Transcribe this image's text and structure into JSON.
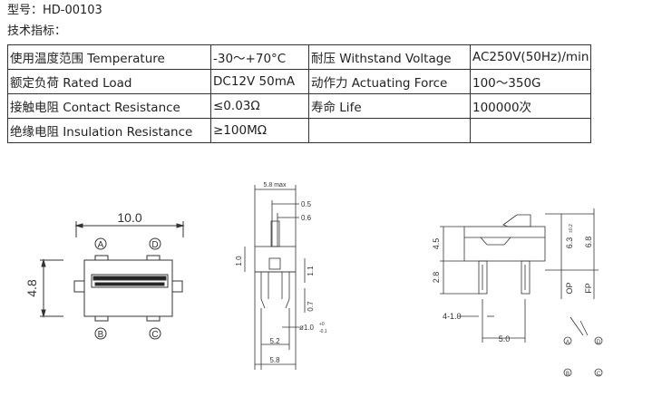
{
  "header": {
    "model": "型号：HD-00103",
    "specs_label": "技术指标："
  },
  "specs": [
    [
      "使用温度范围 Temperature",
      "-30～+70°C",
      "耐压 Withstand Voltage",
      "AC250V(50Hz)/min"
    ],
    [
      "额定负荷 Rated Load",
      "DC12V 50mA",
      "动作力 Actuating Force",
      "100～350G"
    ],
    [
      "接触电阻 Contact Resistance",
      "≤0.03Ω",
      "寿命 Life",
      "100000次"
    ],
    [
      "绝缘电阻 Insulation Resistance",
      "≥100MΩ",
      "",
      ""
    ]
  ],
  "drawing_front": {
    "width_dim": "10.0",
    "height_dim": "4.8",
    "terminal_a": "A",
    "terminal_b": "B",
    "terminal_c": "C",
    "terminal_d": "D"
  },
  "drawing_side": {
    "dim_max": "5.8 max",
    "dim_05": "0.5",
    "dim_06": "0.6",
    "dim_10": "1.0",
    "dim_11": "1.1",
    "dim_07": "0.7",
    "dim_hole": "ø1.0",
    "hole_tol_upper": "+0",
    "hole_tol_lower": "-0.1",
    "dim_52": "5.2",
    "dim_58": "5.8"
  },
  "drawing_profile": {
    "dim_45": "4.5",
    "dim_28": "2.8",
    "dim_63": "6.3",
    "dim_63_tol": "±0.2",
    "dim_68": "6.8",
    "label_op": "OP",
    "label_fp": "FP",
    "dim_pins": "4-1.0",
    "dim_50": "5.0"
  },
  "schematic": {
    "terminal_a": "A",
    "terminal_b": "B",
    "terminal_c": "C",
    "terminal_d": "D"
  }
}
